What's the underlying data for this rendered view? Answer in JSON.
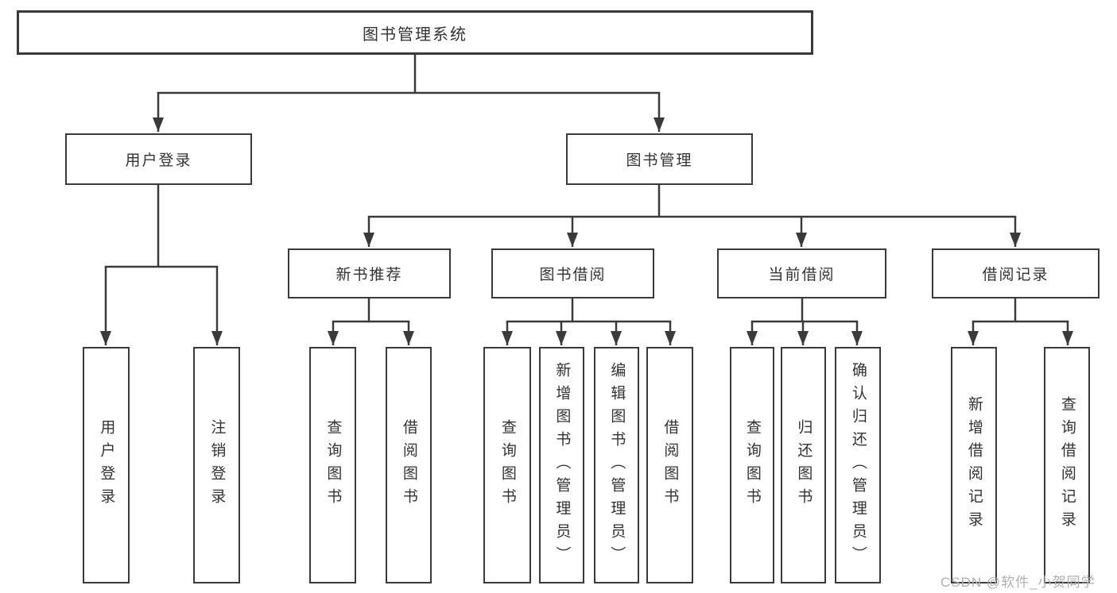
{
  "tree": {
    "root_label": "图书管理系统",
    "branches": [
      {
        "label": "用户登录",
        "children": [
          {
            "label": "用户登录"
          },
          {
            "label": "注销登录"
          }
        ]
      },
      {
        "label": "图书管理",
        "children": [
          {
            "label": "新书推荐",
            "children": [
              {
                "label": "查询图书"
              },
              {
                "label": "借阅图书"
              }
            ]
          },
          {
            "label": "图书借阅",
            "children": [
              {
                "label": "查询图书"
              },
              {
                "label": "新增图书（管理员）"
              },
              {
                "label": "编辑图书（管理员）"
              },
              {
                "label": "借阅图书"
              }
            ]
          },
          {
            "label": "当前借阅",
            "children": [
              {
                "label": "查询图书"
              },
              {
                "label": "归还图书"
              },
              {
                "label": "确认归还（管理员）"
              }
            ]
          },
          {
            "label": "借阅记录",
            "children": [
              {
                "label": "新增借阅记录"
              },
              {
                "label": "查询借阅记录"
              }
            ]
          }
        ]
      }
    ]
  },
  "watermark": {
    "text": "CSDN @软件_小贺同学"
  },
  "colors": {
    "line": "#3a3a3a",
    "text": "#333333",
    "background": "#ffffff",
    "watermark": "#b0b0b0"
  }
}
